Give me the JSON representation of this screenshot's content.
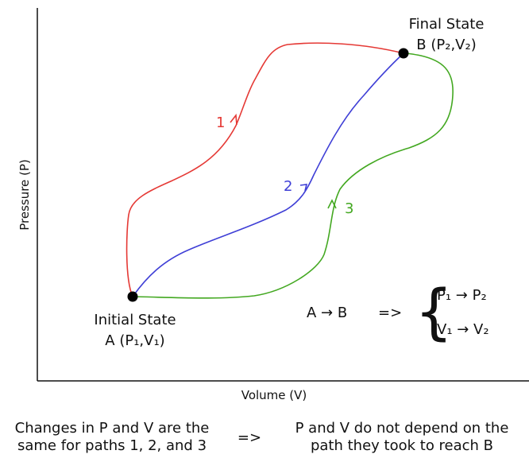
{
  "axes": {
    "x_label": "Volume (V)",
    "y_label": "Pressure (P)"
  },
  "states": {
    "initial": {
      "title": "Initial State",
      "label": "A (P₁,V₁)"
    },
    "final": {
      "title": "Final State",
      "label": "B (P₂,V₂)"
    }
  },
  "paths": [
    {
      "label": "1",
      "color": "#e53935"
    },
    {
      "label": "2",
      "color": "#3f3fd6"
    },
    {
      "label": "3",
      "color": "#43a821"
    }
  ],
  "transition": {
    "lhs": "A → B",
    "implies": "=>",
    "lines": [
      "P₁ → P₂",
      "V₁ → V₂"
    ]
  },
  "caption": {
    "left_line1": "Changes in P and V are the",
    "left_line2": "same for paths 1, 2, and 3",
    "implies": "=>",
    "right_line1": "P and V do not depend on the",
    "right_line2": "path they took to reach B"
  }
}
